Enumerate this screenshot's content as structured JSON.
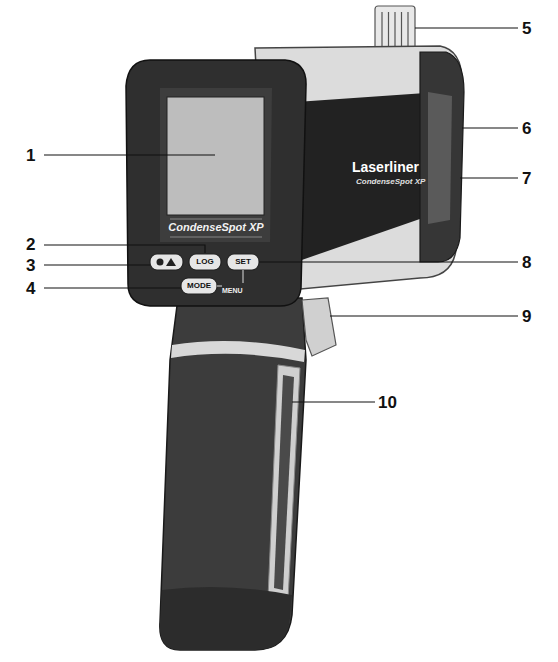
{
  "diagram": {
    "labels": [
      "1",
      "2",
      "3",
      "4",
      "5",
      "6",
      "7",
      "8",
      "9",
      "10",
      "CondenseSpot XP",
      "LOG",
      "SET",
      "MODE",
      "MENU",
      "Laserliner",
      "CondenseSpot XP"
    ]
  }
}
